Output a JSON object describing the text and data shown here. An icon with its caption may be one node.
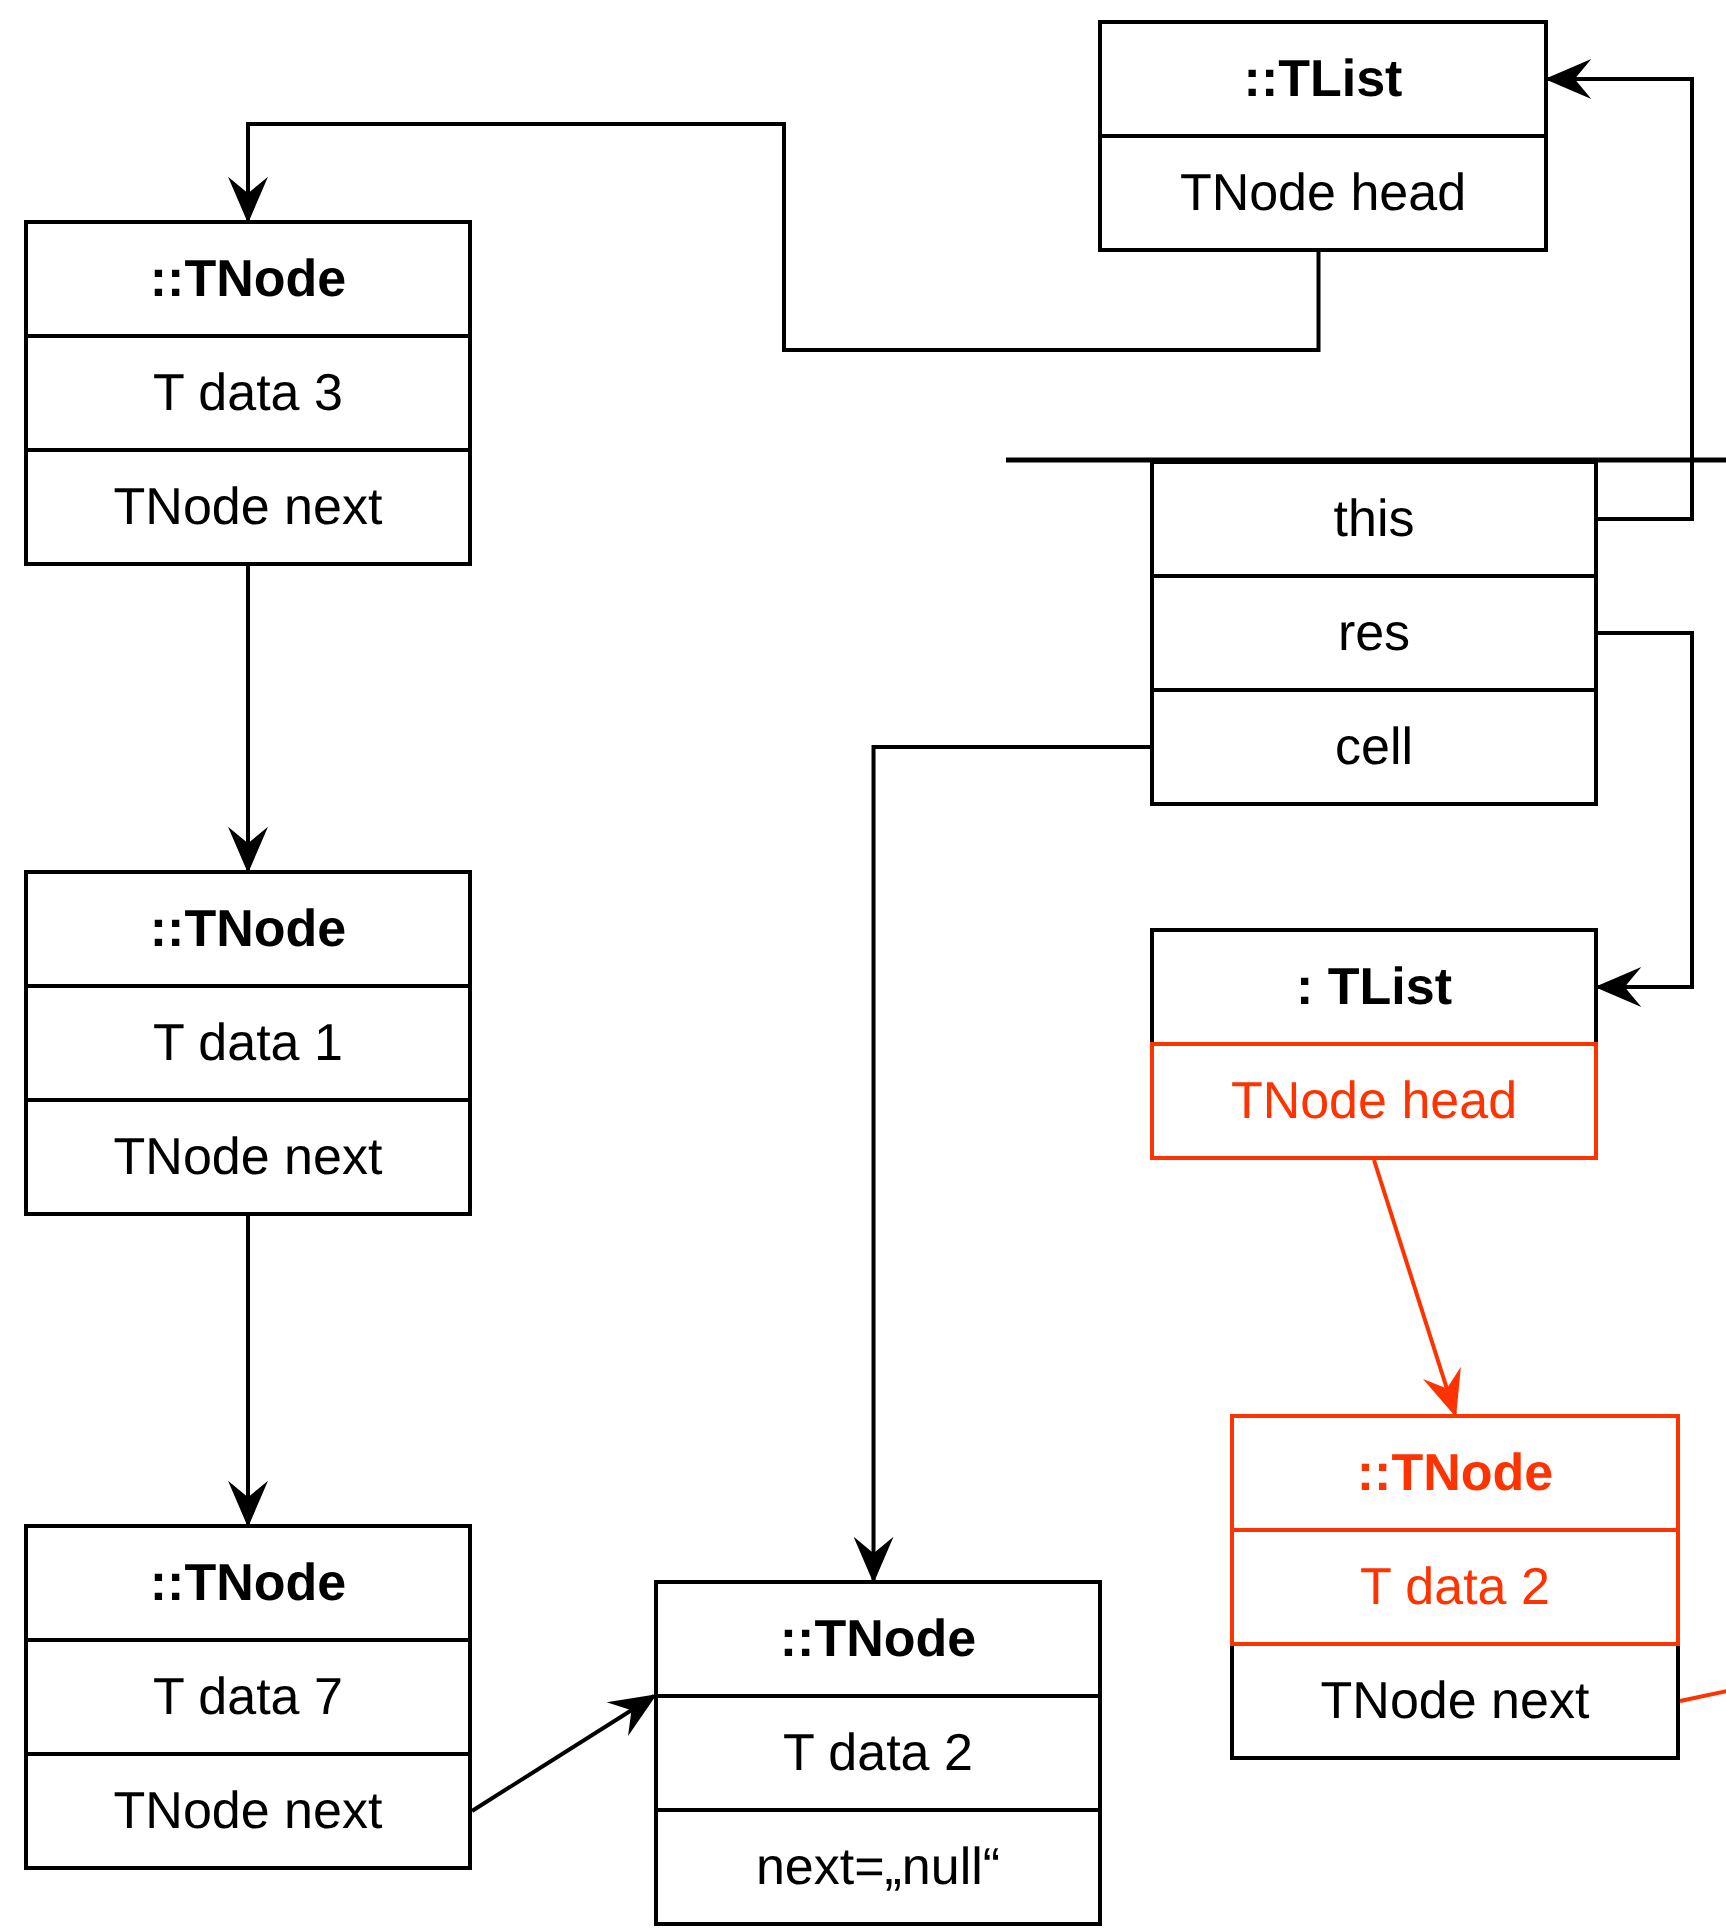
{
  "diagram": {
    "nodes": [
      {
        "text": [
          "::TList",
          "TNode head"
        ]
      },
      {
        "text": [
          "::TNode",
          "T data 3",
          "TNode next"
        ]
      },
      {
        "text": [
          "this",
          "res",
          "cell"
        ]
      },
      {
        "text": [
          "::TNode",
          "T data 1",
          "TNode next"
        ]
      },
      {
        "text": [
          ": TList",
          "TNode head"
        ]
      },
      {
        "text": [
          "::TNode",
          "T data 2",
          "TNode next"
        ]
      },
      {
        "text": [
          "::TNode",
          "T data 7",
          "TNode next"
        ]
      },
      {
        "text": [
          "::TNode",
          "T data 2",
          "next=„null“"
        ]
      }
    ],
    "edges": [
      {
        "from": 0,
        "to": 1,
        "arrow": "to"
      },
      {
        "from": 1,
        "to": 3,
        "arrow": "to"
      },
      {
        "from": 3,
        "to": 6,
        "arrow": "to"
      },
      {
        "from": 6,
        "to": 7,
        "arrow": "to"
      },
      {
        "from": 2,
        "to": 0,
        "arrow": "to"
      },
      {
        "from": 2,
        "to": 4,
        "arrow": "to"
      },
      {
        "from": 2,
        "to": 7,
        "arrow": "to"
      },
      {
        "from": 4,
        "to": 5,
        "arrow": "to",
        "color": "#ff3300"
      },
      {
        "from": 5,
        "to": null,
        "arrow": "none",
        "color": "#ff3300"
      }
    ]
  }
}
